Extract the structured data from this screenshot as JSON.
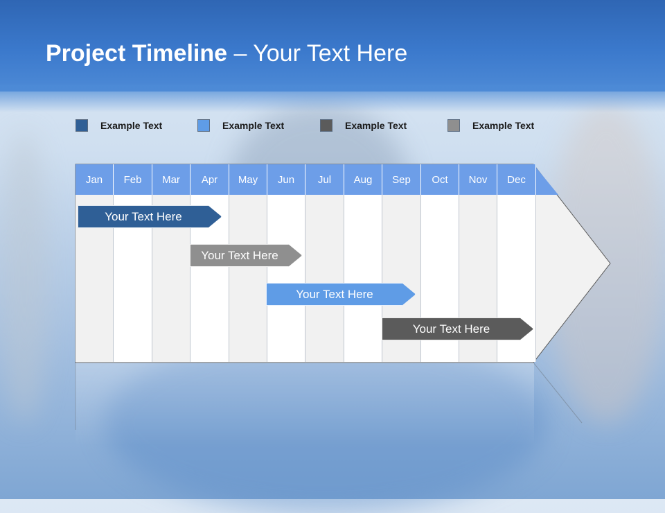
{
  "slide": {
    "title_bold": "Project Timeline",
    "title_rest": " – Your Text Here"
  },
  "legend": [
    {
      "label": "Example Text",
      "color": "#2f5f96"
    },
    {
      "label": "Example Text",
      "color": "#5f9ce6"
    },
    {
      "label": "Example Text",
      "color": "#5b5b5b"
    },
    {
      "label": "Example Text",
      "color": "#8f8f8f"
    }
  ],
  "timeline": {
    "months": [
      "Jan",
      "Feb",
      "Mar",
      "Apr",
      "May",
      "Jun",
      "Jul",
      "Aug",
      "Sep",
      "Oct",
      "Nov",
      "Dec"
    ],
    "header_color": "#6d9ee8",
    "tasks": [
      {
        "label": "Your  Text Here",
        "color": "#2f5f96"
      },
      {
        "label": "Your  Text Here",
        "color": "#8f8f8f"
      },
      {
        "label": "Your  Text Here",
        "color": "#5f9ce6"
      },
      {
        "label": "Your  Text Here",
        "color": "#5b5b5b"
      }
    ]
  }
}
